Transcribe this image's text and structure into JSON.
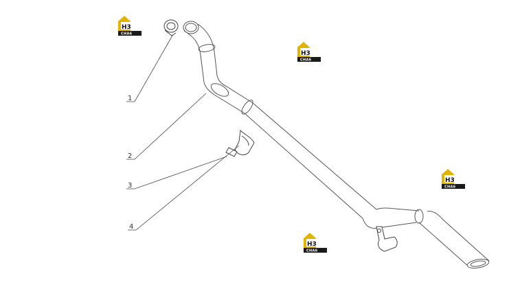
{
  "callouts": [
    {
      "label": "1"
    },
    {
      "label": "2"
    },
    {
      "label": "3"
    },
    {
      "label": "4"
    }
  ],
  "watermark": {
    "logo_text": "H3",
    "logo_subtext": "CHA6",
    "colors": {
      "gold": "#e2b400",
      "dark": "#1a1a1a"
    }
  },
  "colors": {
    "line": "#555555",
    "pipe_fill": "#ffffff",
    "leader": "#444444"
  }
}
